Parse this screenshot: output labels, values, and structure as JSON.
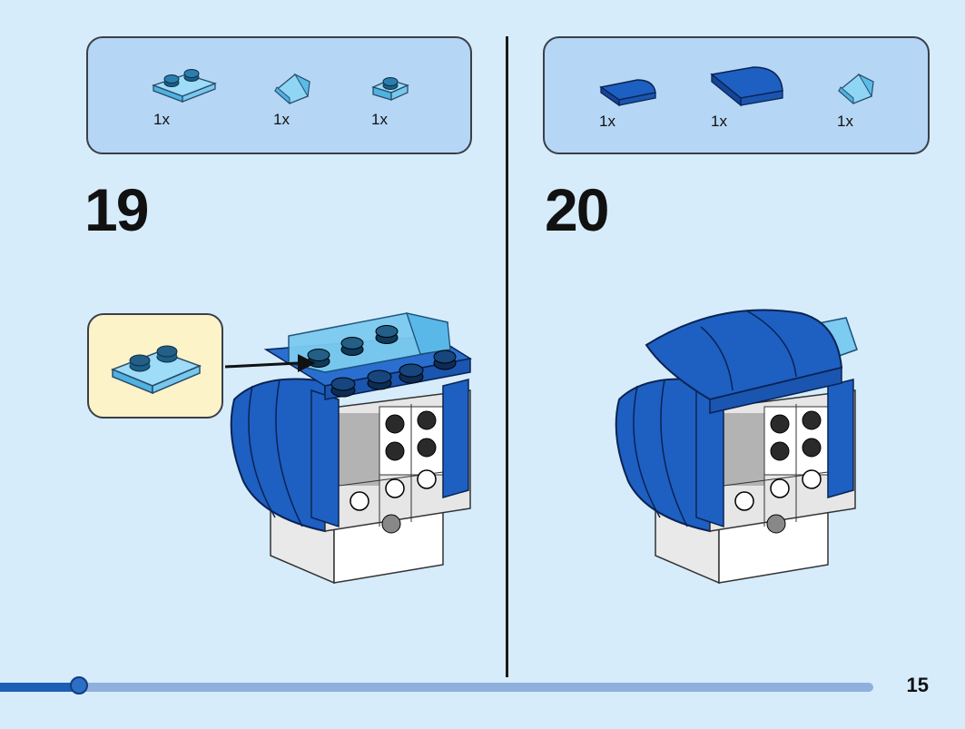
{
  "step_19": {
    "number": "19",
    "parts": [
      {
        "icon": "trans-light-blue-plate-1x2-icon",
        "qty": "1x"
      },
      {
        "icon": "trans-light-blue-slope-icon",
        "qty": "1x"
      },
      {
        "icon": "trans-light-blue-plate-1x1-icon",
        "qty": "1x"
      }
    ],
    "callout_icon": "trans-light-blue-plate-1x2-icon"
  },
  "step_20": {
    "number": "20",
    "parts": [
      {
        "icon": "blue-curved-slope-small-icon",
        "qty": "1x"
      },
      {
        "icon": "blue-curved-slope-large-icon",
        "qty": "1x"
      },
      {
        "icon": "trans-light-blue-slope-icon",
        "qty": "1x"
      }
    ]
  },
  "progress": {
    "fraction": 0.09
  },
  "page_number": "15",
  "colors": {
    "background": "#d6ecfb",
    "parts_box": "#b5d6f4",
    "callout": "#fdf3c9",
    "brick_blue": "#1e5fc2",
    "trans_light_blue": "#6ec4f0"
  }
}
